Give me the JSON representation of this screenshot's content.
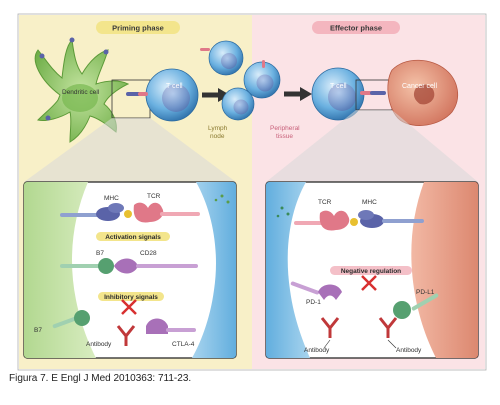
{
  "diagram": {
    "priming_phase": "Priming phase",
    "effector_phase": "Effector phase",
    "dendritic_cell": "Dendritic cell",
    "t_cell_left": "T cell",
    "t_cell_right": "T cell",
    "cancer_cell": "Cancer cell",
    "lymph_node": "Lymph\nnode",
    "peripheral_tissue": "Peripheral\ntissue",
    "left_panel": {
      "mhc": "MHC",
      "tcr": "TCR",
      "activation_signals": "Activation signals",
      "b7_top": "B7",
      "cd28": "CD28",
      "inhibitory_signals": "Inhibitory signals",
      "b7_bottom": "B7",
      "antibody": "Antibody",
      "ctla4": "CTLA-4"
    },
    "right_panel": {
      "tcr": "TCR",
      "mhc": "MHC",
      "negative_regulation": "Negative regulation",
      "pd1": "PD-1",
      "pdl1": "PD-L1",
      "antibody_left": "Antibody",
      "antibody_right": "Antibody"
    }
  },
  "caption": "Figura 7. E Engl J Med 2010363: 711-23.",
  "colors": {
    "priming_bg": "#f8f0c8",
    "effector_bg": "#fbe3e6",
    "dendritic": "#8fc868",
    "tcell": "#5aa0d8",
    "cancer": "#e08a72",
    "mhc": "#5a63a8",
    "tcr": "#e07888",
    "b7": "#56a070",
    "inhibitor_x": "#d83030"
  }
}
